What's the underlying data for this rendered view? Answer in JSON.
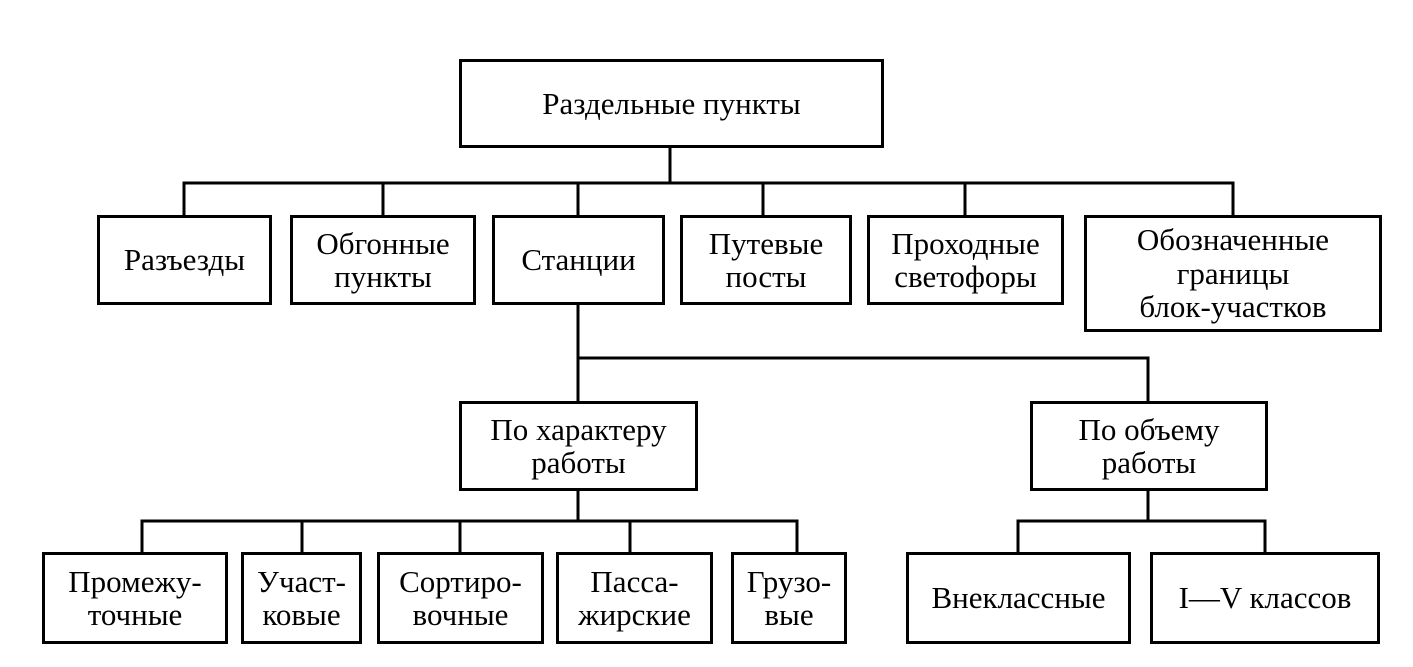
{
  "nodes": {
    "root": "Раздельные пункты",
    "razezdy": "Разъезды",
    "obgonnye": "Обгонные\nпункты",
    "stantsii": "Станции",
    "putevye": "Путевые\nпосты",
    "prokhodnye": "Проходные\nсветофоры",
    "oboznachennye": "Обозначенные\nграницы\nблок-участков",
    "po_kharakteru": "По характеру\nработы",
    "po_obemu": "По объему\nработы",
    "promezhutochnye": "Промежу-\nточные",
    "uchastkovye": "Участ-\nковые",
    "sortirovochnye": "Сортиро-\nвочные",
    "passazhirskie": "Пасса-\nжирские",
    "gruzovye": "Грузо-\nвые",
    "vneklassnye": "Внеклассные",
    "klassov": "I—V классов"
  }
}
